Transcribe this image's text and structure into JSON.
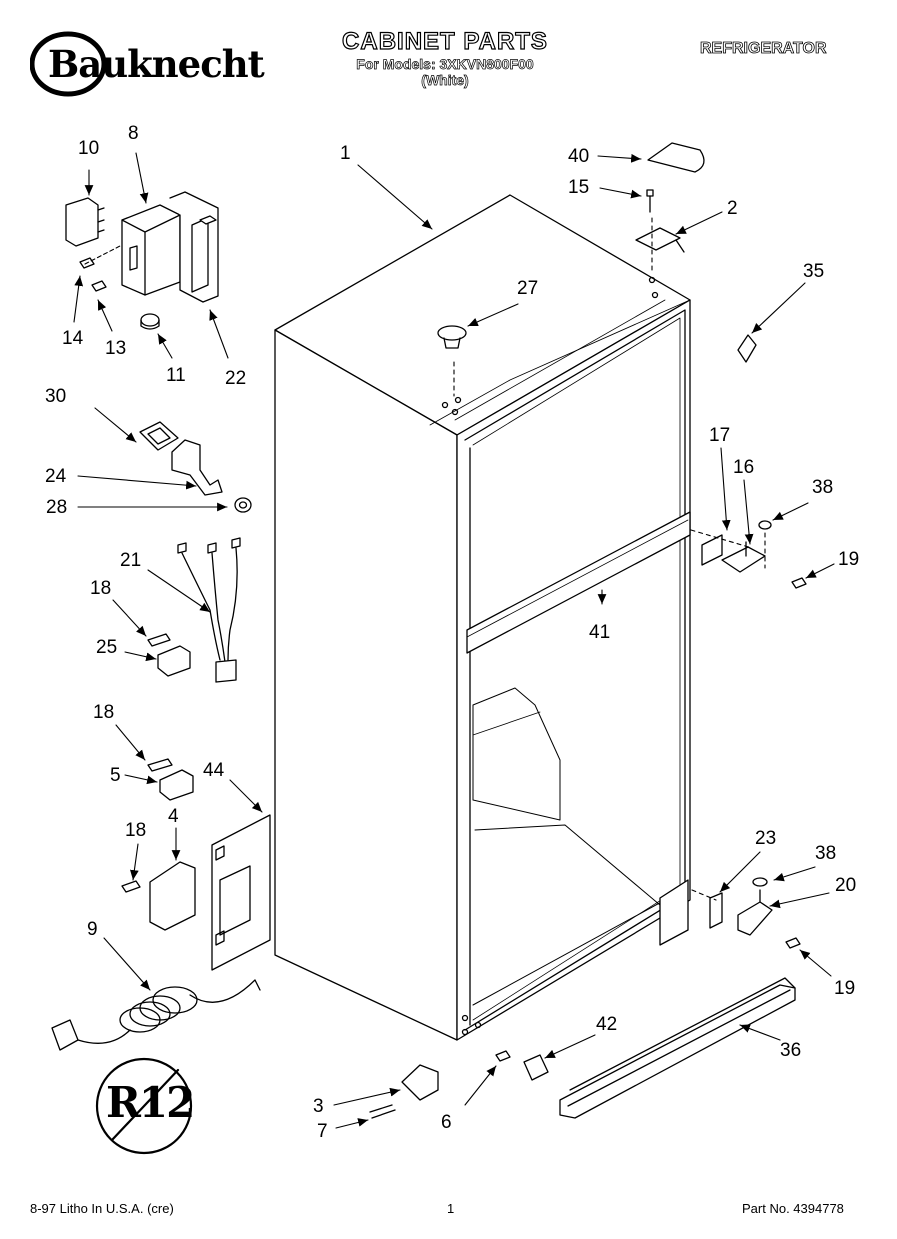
{
  "header": {
    "brand": "Bauknecht",
    "title": "CABINET PARTS",
    "model_line": "For Models: 3XKVN800F00",
    "color_line": "(White)",
    "category": "REFRIGERATOR"
  },
  "footer": {
    "left": "8-97 Litho In U.S.A. (cre)",
    "page": "1",
    "part_no": "Part No. 4394778"
  },
  "logo": {
    "text": "R12"
  },
  "callouts": {
    "c1": "1",
    "c2": "2",
    "c3": "3",
    "c4": "4",
    "c5": "5",
    "c6": "6",
    "c7": "7",
    "c8": "8",
    "c9": "9",
    "c10": "10",
    "c11": "11",
    "c13": "13",
    "c14": "14",
    "c15": "15",
    "c16": "16",
    "c17": "17",
    "c18a": "18",
    "c18b": "18",
    "c18c": "18",
    "c19a": "19",
    "c19b": "19",
    "c20": "20",
    "c21": "21",
    "c22": "22",
    "c23": "23",
    "c24": "24",
    "c25": "25",
    "c27": "27",
    "c28": "28",
    "c30": "30",
    "c35": "35",
    "c36": "36",
    "c38a": "38",
    "c38b": "38",
    "c40": "40",
    "c41": "41",
    "c42": "42",
    "c44": "44"
  }
}
